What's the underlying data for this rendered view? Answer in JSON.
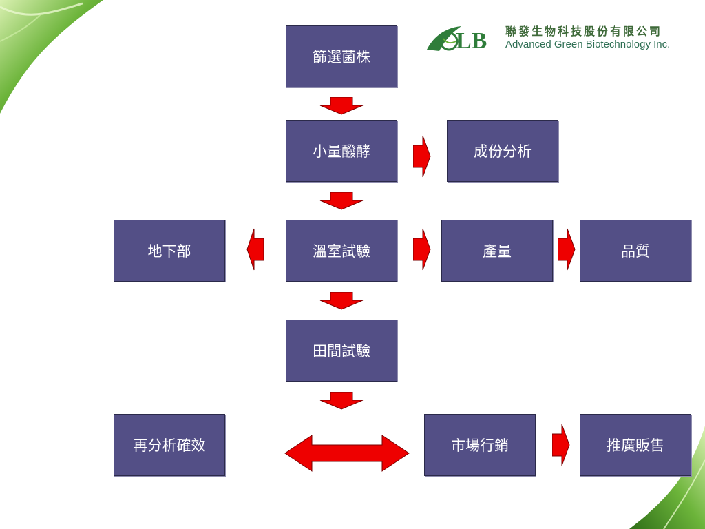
{
  "logo": {
    "chinese_name": "聯發生物科技股份有限公司",
    "english_name": "Advanced Green Biotechnology Inc."
  },
  "colors": {
    "box_fill": "#534f86",
    "arrow_fill": "#ee0000",
    "leaf_green": "#4f9a2a",
    "logo_green": "#2f6f54"
  },
  "flow": {
    "screening": "篩選菌株",
    "small_fermentation": "小量醱酵",
    "component_analysis": "成份分析",
    "underground": "地下部",
    "greenhouse_test": "溫室試驗",
    "yield": "產量",
    "quality": "品質",
    "field_test": "田間試驗",
    "reanalysis": "再分析確效",
    "marketing": "市場行銷",
    "promotion_sales": "推廣販售"
  }
}
